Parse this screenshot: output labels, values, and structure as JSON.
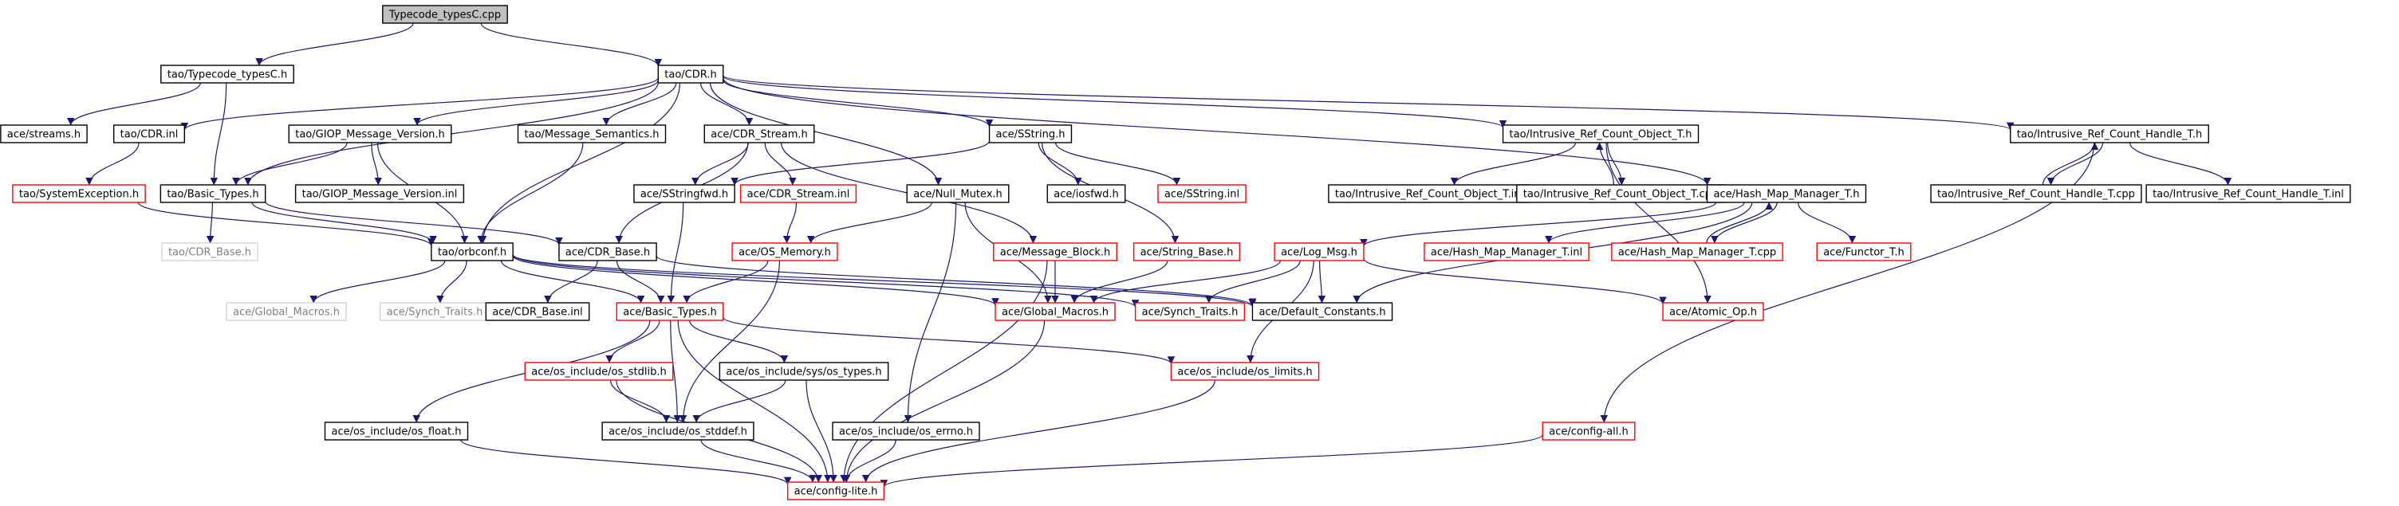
{
  "colors": {
    "edge": "#191970",
    "root_fill": "#c0c0c0",
    "border_black": "#000000",
    "border_red": "#ff0000",
    "border_grey": "#d3d3d3",
    "text_grey": "#808080"
  },
  "nodes": [
    {
      "id": "n_root",
      "label": "Typecode_typesC.cpp",
      "kind": "root"
    },
    {
      "id": "n_tc_types_h",
      "label": "tao/Typecode_typesC.h",
      "kind": "black"
    },
    {
      "id": "n_cdr_h",
      "label": "tao/CDR.h",
      "kind": "black"
    },
    {
      "id": "n_streams",
      "label": "ace/streams.h",
      "kind": "black"
    },
    {
      "id": "n_cdr_inl",
      "label": "tao/CDR.inl",
      "kind": "black"
    },
    {
      "id": "n_giop_h",
      "label": "tao/GIOP_Message_Version.h",
      "kind": "black"
    },
    {
      "id": "n_msg_sem",
      "label": "tao/Message_Semantics.h",
      "kind": "black"
    },
    {
      "id": "n_ace_cdr_stream",
      "label": "ace/CDR_Stream.h",
      "kind": "black"
    },
    {
      "id": "n_sstring_h",
      "label": "ace/SString.h",
      "kind": "black"
    },
    {
      "id": "n_irc_obj_h",
      "label": "tao/Intrusive_Ref_Count_Object_T.h",
      "kind": "black"
    },
    {
      "id": "n_irc_handle_h",
      "label": "tao/Intrusive_Ref_Count_Handle_T.h",
      "kind": "black"
    },
    {
      "id": "n_sysexc",
      "label": "tao/SystemException.h",
      "kind": "red"
    },
    {
      "id": "n_tao_basic",
      "label": "tao/Basic_Types.h",
      "kind": "black"
    },
    {
      "id": "n_giop_inl",
      "label": "tao/GIOP_Message_Version.inl",
      "kind": "black"
    },
    {
      "id": "n_sstringfwd",
      "label": "ace/SStringfwd.h",
      "kind": "black"
    },
    {
      "id": "n_cdr_stream_inl",
      "label": "ace/CDR_Stream.inl",
      "kind": "red"
    },
    {
      "id": "n_null_mutex",
      "label": "ace/Null_Mutex.h",
      "kind": "black"
    },
    {
      "id": "n_iosfwd",
      "label": "ace/iosfwd.h",
      "kind": "black"
    },
    {
      "id": "n_sstring_inl",
      "label": "ace/SString.inl",
      "kind": "red"
    },
    {
      "id": "n_irc_obj_inl",
      "label": "tao/Intrusive_Ref_Count_Object_T.inl",
      "kind": "black"
    },
    {
      "id": "n_irc_obj_cpp",
      "label": "tao/Intrusive_Ref_Count_Object_T.cpp",
      "kind": "black"
    },
    {
      "id": "n_hmm_h",
      "label": "ace/Hash_Map_Manager_T.h",
      "kind": "black"
    },
    {
      "id": "n_irc_handle_cpp",
      "label": "tao/Intrusive_Ref_Count_Handle_T.cpp",
      "kind": "black"
    },
    {
      "id": "n_irc_handle_inl",
      "label": "tao/Intrusive_Ref_Count_Handle_T.inl",
      "kind": "black"
    },
    {
      "id": "n_tao_cdr_base",
      "label": "tao/CDR_Base.h",
      "kind": "grey"
    },
    {
      "id": "n_orbconf",
      "label": "tao/orbconf.h",
      "kind": "black"
    },
    {
      "id": "n_ace_cdr_base",
      "label": "ace/CDR_Base.h",
      "kind": "black"
    },
    {
      "id": "n_os_memory",
      "label": "ace/OS_Memory.h",
      "kind": "red"
    },
    {
      "id": "n_msg_block",
      "label": "ace/Message_Block.h",
      "kind": "red"
    },
    {
      "id": "n_string_base",
      "label": "ace/String_Base.h",
      "kind": "red"
    },
    {
      "id": "n_log_msg",
      "label": "ace/Log_Msg.h",
      "kind": "red"
    },
    {
      "id": "n_hmm_inl",
      "label": "ace/Hash_Map_Manager_T.inl",
      "kind": "red"
    },
    {
      "id": "n_hmm_cpp",
      "label": "ace/Hash_Map_Manager_T.cpp",
      "kind": "red"
    },
    {
      "id": "n_functor",
      "label": "ace/Functor_T.h",
      "kind": "red"
    },
    {
      "id": "n_global_macros_grey",
      "label": "ace/Global_Macros.h",
      "kind": "grey"
    },
    {
      "id": "n_synch_traits_grey",
      "label": "ace/Synch_Traits.h",
      "kind": "grey"
    },
    {
      "id": "n_cdr_base_inl",
      "label": "ace/CDR_Base.inl",
      "kind": "black"
    },
    {
      "id": "n_ace_basic",
      "label": "ace/Basic_Types.h",
      "kind": "red"
    },
    {
      "id": "n_global_macros",
      "label": "ace/Global_Macros.h",
      "kind": "red"
    },
    {
      "id": "n_synch_traits",
      "label": "ace/Synch_Traits.h",
      "kind": "red"
    },
    {
      "id": "n_default_consts",
      "label": "ace/Default_Constants.h",
      "kind": "black"
    },
    {
      "id": "n_atomic_op",
      "label": "ace/Atomic_Op.h",
      "kind": "red"
    },
    {
      "id": "n_os_stdlib",
      "label": "ace/os_include/os_stdlib.h",
      "kind": "red"
    },
    {
      "id": "n_os_sys_types",
      "label": "ace/os_include/sys/os_types.h",
      "kind": "black"
    },
    {
      "id": "n_os_limits",
      "label": "ace/os_include/os_limits.h",
      "kind": "red"
    },
    {
      "id": "n_os_float",
      "label": "ace/os_include/os_float.h",
      "kind": "black"
    },
    {
      "id": "n_os_stddef",
      "label": "ace/os_include/os_stddef.h",
      "kind": "black"
    },
    {
      "id": "n_os_errno",
      "label": "ace/os_include/os_errno.h",
      "kind": "black"
    },
    {
      "id": "n_config_all",
      "label": "ace/config-all.h",
      "kind": "red"
    },
    {
      "id": "n_config_lite",
      "label": "ace/config-lite.h",
      "kind": "red"
    }
  ],
  "edges": [
    [
      "n_root",
      "n_tc_types_h"
    ],
    [
      "n_root",
      "n_cdr_h"
    ],
    [
      "n_tc_types_h",
      "n_streams"
    ],
    [
      "n_tc_types_h",
      "n_tao_basic"
    ],
    [
      "n_cdr_h",
      "n_cdr_inl"
    ],
    [
      "n_cdr_h",
      "n_giop_h"
    ],
    [
      "n_cdr_h",
      "n_msg_sem"
    ],
    [
      "n_cdr_h",
      "n_ace_cdr_stream"
    ],
    [
      "n_cdr_h",
      "n_sstring_h"
    ],
    [
      "n_cdr_h",
      "n_irc_obj_h"
    ],
    [
      "n_cdr_h",
      "n_irc_handle_h"
    ],
    [
      "n_cdr_h",
      "n_tao_basic"
    ],
    [
      "n_cdr_h",
      "n_orbconf"
    ],
    [
      "n_cdr_h",
      "n_null_mutex"
    ],
    [
      "n_cdr_h",
      "n_hmm_h"
    ],
    [
      "n_cdr_inl",
      "n_sysexc"
    ],
    [
      "n_giop_h",
      "n_tao_basic"
    ],
    [
      "n_giop_h",
      "n_giop_inl"
    ],
    [
      "n_giop_h",
      "n_orbconf"
    ],
    [
      "n_msg_sem",
      "n_orbconf"
    ],
    [
      "n_sysexc",
      "n_orbconf"
    ],
    [
      "n_tao_basic",
      "n_tao_cdr_base"
    ],
    [
      "n_tao_basic",
      "n_orbconf"
    ],
    [
      "n_tao_basic",
      "n_ace_cdr_base"
    ],
    [
      "n_ace_cdr_stream",
      "n_sstringfwd"
    ],
    [
      "n_ace_cdr_stream",
      "n_cdr_stream_inl"
    ],
    [
      "n_ace_cdr_stream",
      "n_ace_cdr_base"
    ],
    [
      "n_ace_cdr_stream",
      "n_msg_block"
    ],
    [
      "n_sstring_h",
      "n_sstringfwd"
    ],
    [
      "n_sstring_h",
      "n_iosfwd"
    ],
    [
      "n_sstring_h",
      "n_sstring_inl"
    ],
    [
      "n_sstring_h",
      "n_string_base"
    ],
    [
      "n_sstringfwd",
      "n_ace_basic"
    ],
    [
      "n_cdr_stream_inl",
      "n_os_memory"
    ],
    [
      "n_null_mutex",
      "n_os_memory"
    ],
    [
      "n_null_mutex",
      "n_global_macros"
    ],
    [
      "n_null_mutex",
      "n_os_errno"
    ],
    [
      "n_irc_obj_h",
      "n_irc_obj_inl"
    ],
    [
      "n_irc_obj_h",
      "n_irc_obj_cpp"
    ],
    [
      "n_irc_obj_h",
      "n_atomic_op"
    ],
    [
      "n_irc_obj_cpp",
      "n_irc_obj_h"
    ],
    [
      "n_irc_handle_h",
      "n_irc_handle_cpp"
    ],
    [
      "n_irc_handle_h",
      "n_irc_handle_inl"
    ],
    [
      "n_irc_handle_h",
      "n_config_all"
    ],
    [
      "n_irc_handle_cpp",
      "n_irc_handle_h"
    ],
    [
      "n_hmm_h",
      "n_log_msg"
    ],
    [
      "n_hmm_h",
      "n_hmm_inl"
    ],
    [
      "n_hmm_h",
      "n_hmm_cpp"
    ],
    [
      "n_hmm_h",
      "n_functor"
    ],
    [
      "n_hmm_h",
      "n_default_consts"
    ],
    [
      "n_hmm_cpp",
      "n_hmm_h"
    ],
    [
      "n_orbconf",
      "n_global_macros_grey"
    ],
    [
      "n_orbconf",
      "n_synch_traits_grey"
    ],
    [
      "n_orbconf",
      "n_ace_basic"
    ],
    [
      "n_orbconf",
      "n_global_macros"
    ],
    [
      "n_orbconf",
      "n_synch_traits"
    ],
    [
      "n_orbconf",
      "n_default_consts"
    ],
    [
      "n_ace_cdr_base",
      "n_cdr_base_inl"
    ],
    [
      "n_ace_cdr_base",
      "n_ace_basic"
    ],
    [
      "n_ace_cdr_base",
      "n_default_consts"
    ],
    [
      "n_os_memory",
      "n_ace_basic"
    ],
    [
      "n_os_memory",
      "n_os_stddef"
    ],
    [
      "n_msg_block",
      "n_global_macros"
    ],
    [
      "n_msg_block",
      "n_config_lite"
    ],
    [
      "n_string_base",
      "n_global_macros"
    ],
    [
      "n_log_msg",
      "n_global_macros"
    ],
    [
      "n_log_msg",
      "n_synch_traits"
    ],
    [
      "n_log_msg",
      "n_default_consts"
    ],
    [
      "n_log_msg",
      "n_atomic_op"
    ],
    [
      "n_log_msg",
      "n_os_limits"
    ],
    [
      "n_ace_basic",
      "n_os_stdlib"
    ],
    [
      "n_ace_basic",
      "n_os_sys_types"
    ],
    [
      "n_ace_basic",
      "n_os_limits"
    ],
    [
      "n_ace_basic",
      "n_os_float"
    ],
    [
      "n_ace_basic",
      "n_os_stddef"
    ],
    [
      "n_ace_basic",
      "n_config_lite"
    ],
    [
      "n_global_macros",
      "n_config_lite"
    ],
    [
      "n_os_stdlib",
      "n_os_stddef"
    ],
    [
      "n_os_stdlib",
      "n_config_lite"
    ],
    [
      "n_os_sys_types",
      "n_os_stddef"
    ],
    [
      "n_os_sys_types",
      "n_config_lite"
    ],
    [
      "n_os_limits",
      "n_config_lite"
    ],
    [
      "n_os_float",
      "n_config_lite"
    ],
    [
      "n_os_stddef",
      "n_config_lite"
    ],
    [
      "n_os_errno",
      "n_config_lite"
    ],
    [
      "n_config_all",
      "n_config_lite"
    ]
  ]
}
